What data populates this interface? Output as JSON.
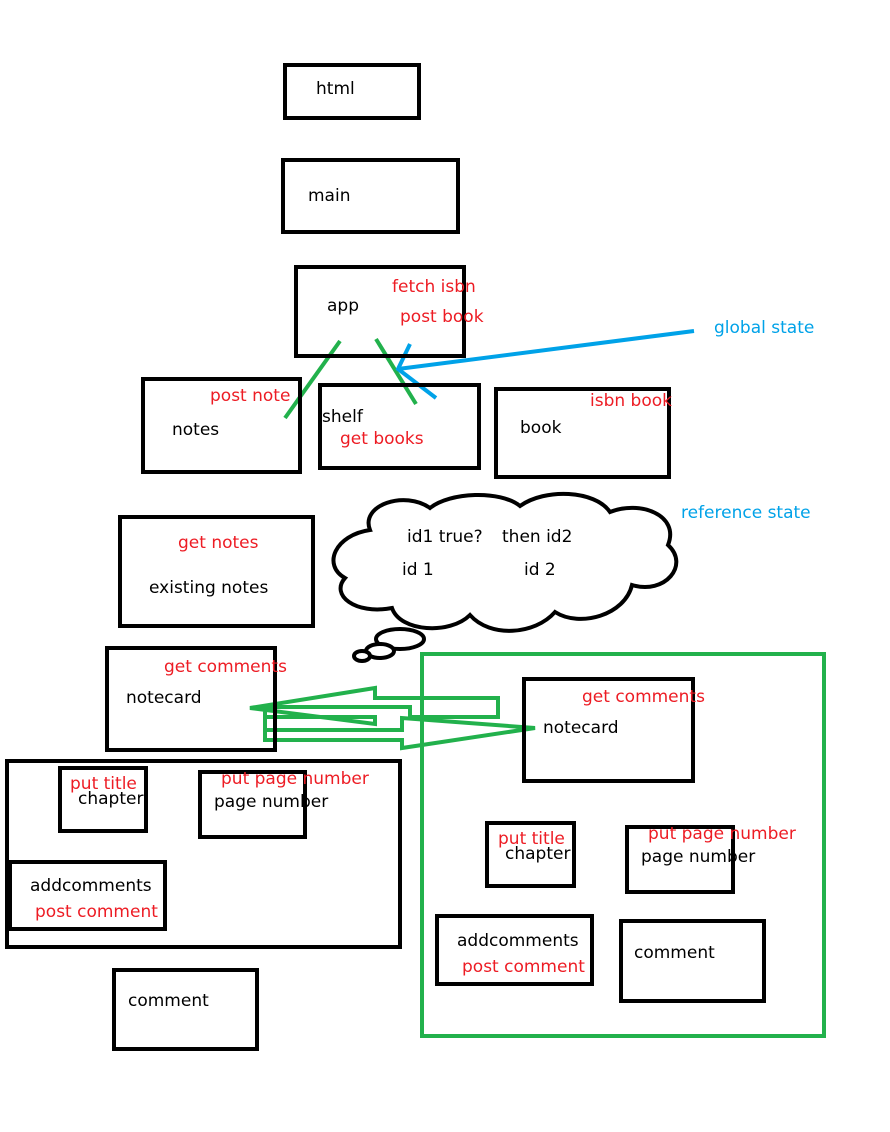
{
  "colors": {
    "box": "#000000",
    "annotation": "#ed1c24",
    "state": "#00a2e8",
    "green": "#22b14c"
  },
  "nodes": {
    "html": "html",
    "main": "main",
    "app": "app",
    "notes": "notes",
    "shelf": "shelf",
    "book": "book",
    "existing_notes": "existing notes",
    "notecard_left": "notecard",
    "chapter_left": "chapter",
    "page_number_left": "page number",
    "addcomments_left": "addcomments",
    "comment_left": "comment",
    "notecard_right": "notecard",
    "chapter_right": "chapter",
    "page_number_right": "page number",
    "addcomments_right": "addcomments",
    "comment_right": "comment"
  },
  "annotations": {
    "fetch_isbn": "fetch isbn",
    "post_book": "post book",
    "post_note": "post note",
    "get_books": "get books",
    "isbn_book": "isbn book",
    "get_notes": "get notes",
    "get_comments_left": "get comments",
    "get_comments_right": "get comments",
    "put_title_left": "put title",
    "put_page_number_left": "put page number",
    "post_comment_left": "post comment",
    "put_title_right": "put title",
    "put_page_number_right": "put page number",
    "post_comment_right": "post comment"
  },
  "state_labels": {
    "global_state": "global state",
    "reference_state": "reference state"
  },
  "thought": {
    "line1_a": "id1 true?",
    "line1_b": "then id2",
    "line2_a": "id 1",
    "line2_b": "id 2"
  }
}
